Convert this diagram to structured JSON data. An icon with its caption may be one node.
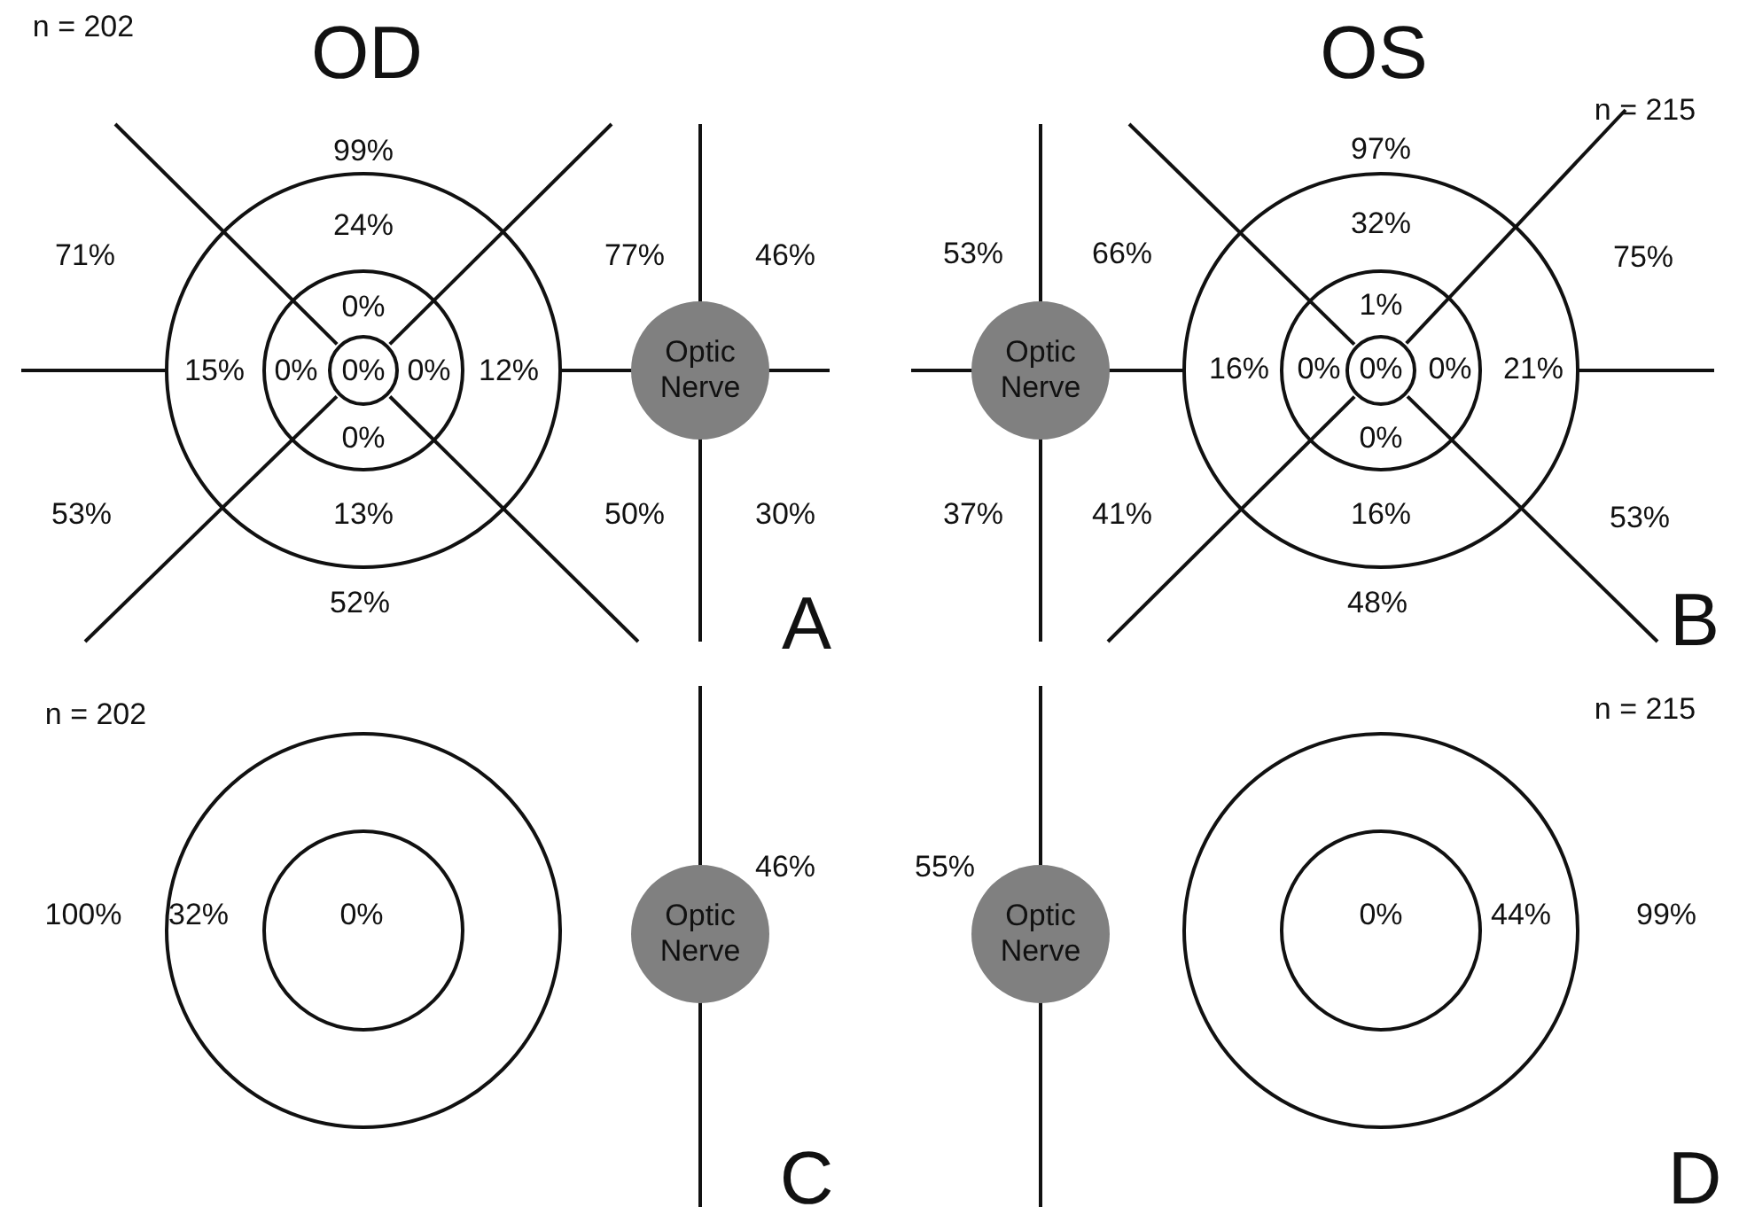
{
  "diagram": {
    "nodes": [
      {
        "text": [
          "Optic Nerve"
        ]
      },
      {
        "text": [
          "Optic Nerve"
        ]
      },
      {
        "text": [
          "Optic Nerve"
        ]
      },
      {
        "text": [
          "Optic Nerve"
        ]
      }
    ],
    "labels": [
      "OD",
      "OS",
      "n = 202",
      "99%",
      "24%",
      "71%",
      "77%",
      "46%",
      "0%",
      "15%",
      "0%",
      "0%",
      "0%",
      "12%",
      "0%",
      "53%",
      "13%",
      "50%",
      "30%",
      "52%",
      "A",
      "n = 215",
      "97%",
      "32%",
      "53%",
      "66%",
      "75%",
      "1%",
      "16%",
      "0%",
      "0%",
      "0%",
      "21%",
      "0%",
      "37%",
      "41%",
      "16%",
      "53%",
      "48%",
      "B",
      "n = 202",
      "46%",
      "100%",
      "32%",
      "0%",
      "C",
      "n = 215",
      "55%",
      "0%",
      "44%",
      "99%",
      "D"
    ]
  }
}
